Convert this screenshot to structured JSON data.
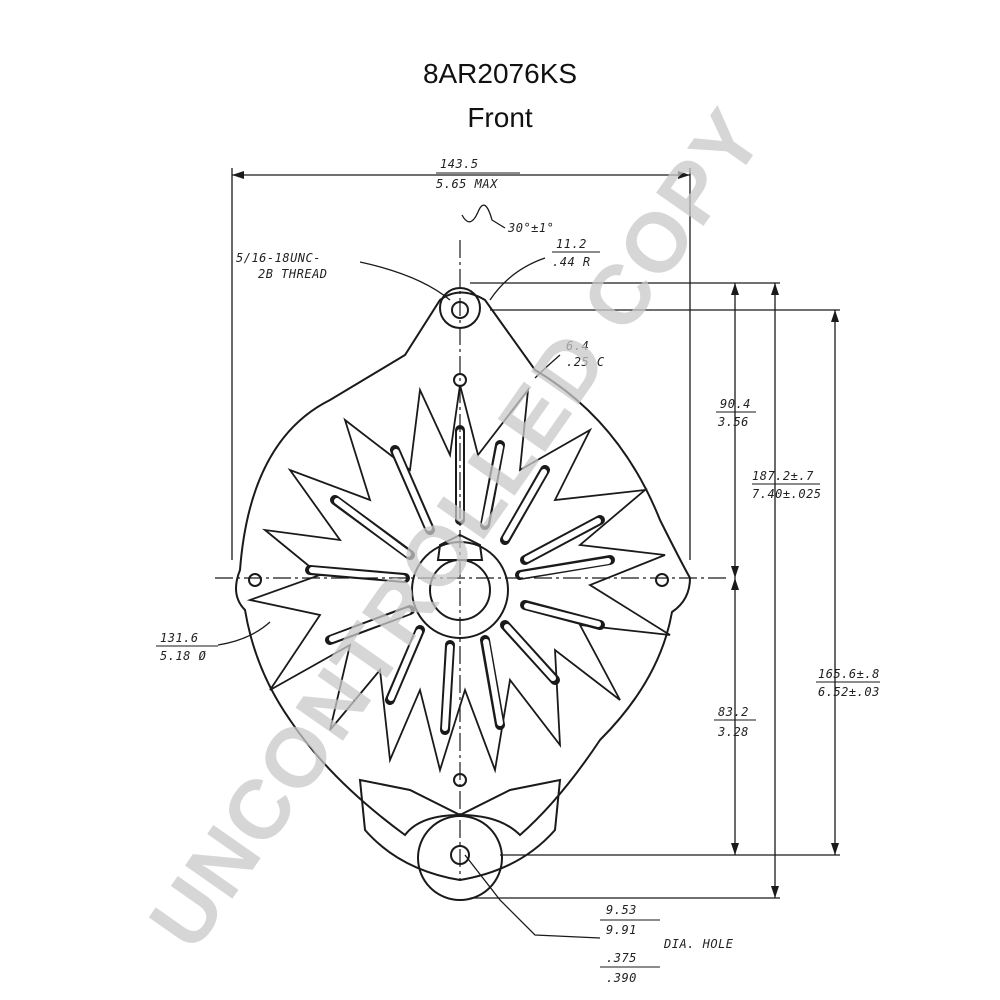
{
  "header": {
    "part_number": "8AR2076KS",
    "view": "Front"
  },
  "dimensions": {
    "overall_width": {
      "metric": "143.5",
      "imperial": "5.65 MAX"
    },
    "thread": {
      "line1": "5/16-18UNC-",
      "line2": "2B THREAD"
    },
    "angle": "30°±1°",
    "top_radius": {
      "metric": "11.2",
      "imperial": ".44 R"
    },
    "upper_hole": {
      "metric": "6.4",
      "imperial": ".25 C"
    },
    "top_to_center": {
      "metric": "90.4",
      "imperial": "3.56"
    },
    "mount_to_center": {
      "metric": "187.2±.7",
      "imperial": "7.40±.025"
    },
    "left_dia": {
      "metric": "131.6",
      "imperial": "5.18 Ø"
    },
    "center_to_bottom": {
      "metric": "83.2",
      "imperial": "3.28"
    },
    "lower_span": {
      "metric": "165.6±.8",
      "imperial": "6.52±.03"
    },
    "hole_metric_min": "9.53",
    "hole_metric_max": "9.91",
    "hole_imperial_min": ".375",
    "hole_imperial_max": ".390",
    "hole_label": "DIA. HOLE"
  },
  "watermark": "UNCONTROLLED COPY",
  "colors": {
    "line": "#1a1a1a",
    "watermark": "#c9c9c9"
  }
}
